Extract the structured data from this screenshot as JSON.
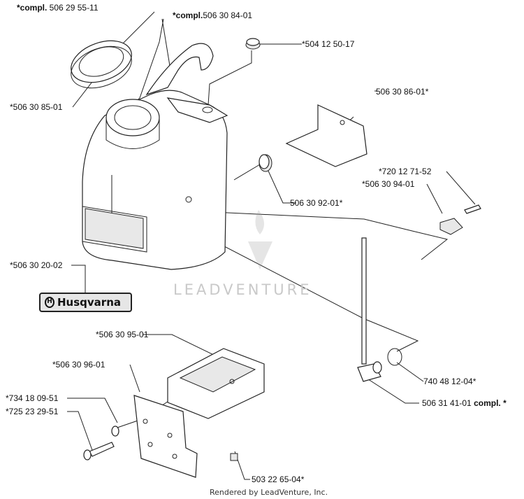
{
  "labels": {
    "compl_506_29_55_11": {
      "bold": "*compl.",
      "text": " 506 29 55-11"
    },
    "compl_506_30_84_01": {
      "bold": "*compl.",
      "text": "506 30 84-01"
    },
    "p504_12_50_17": "*504 12 50-17",
    "p506_30_85_01": "*506 30 85-01",
    "p506_30_86_01": "506 30 86-01*",
    "p720_12_71_52": "*720 12 71-52",
    "p506_30_94_01": "*506 30 94-01",
    "p506_30_92_01": "506 30 92-01*",
    "p506_30_20_02": "*506 30 20-02",
    "p506_30_95_01": "*506 30 95-01",
    "p506_30_96_01": "*506 30 96-01",
    "p740_48_12_04": "740 48 12-04*",
    "p734_18_09_51": "*734 18 09-51",
    "p725_23_29_51": "*725 23 29-51",
    "p506_31_41_01": {
      "text": "506 31 41-01 ",
      "bold": "compl. *"
    },
    "p503_22_65_04": "503 22 65-04*"
  },
  "logo_text": "Husqvarna",
  "watermark": "LEADVENTURE",
  "footer": "Rendered by LeadVenture, Inc."
}
